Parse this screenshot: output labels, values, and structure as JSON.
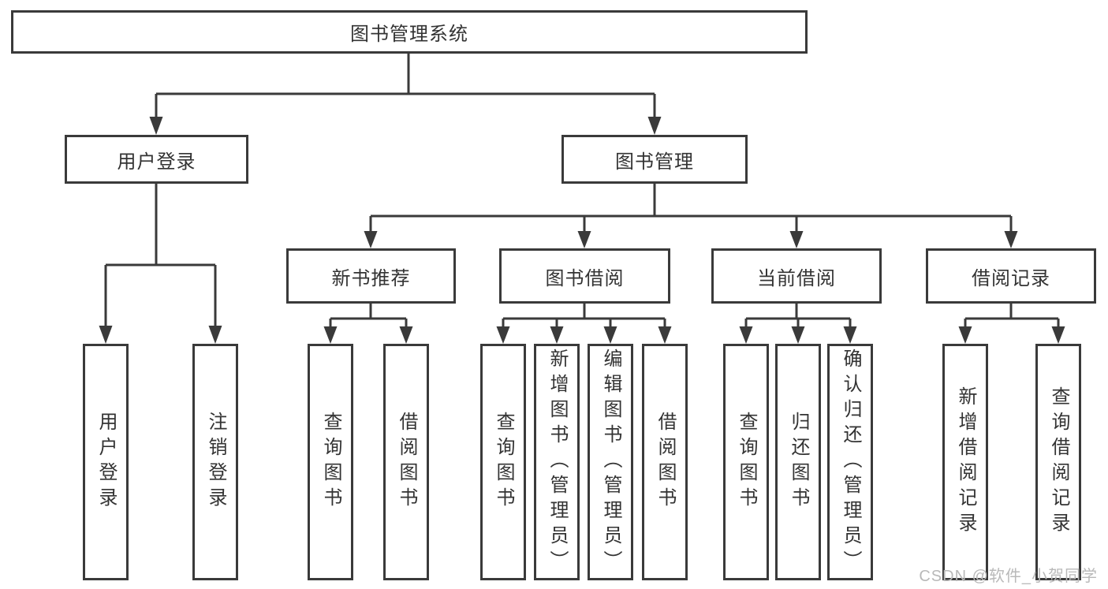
{
  "colors": {
    "line": "#3a3a3a",
    "text": "#333333",
    "box_bg": "#ffffff",
    "background": "#ffffff",
    "watermark": "#b9b9b9"
  },
  "tree": {
    "label": "图书管理系统",
    "children": [
      {
        "label": "用户登录",
        "children": [
          {
            "label": "用户登录"
          },
          {
            "label": "注销登录"
          }
        ]
      },
      {
        "label": "图书管理",
        "children": [
          {
            "label": "新书推荐",
            "children": [
              {
                "label": "查询图书"
              },
              {
                "label": "借阅图书"
              }
            ]
          },
          {
            "label": "图书借阅",
            "children": [
              {
                "label": "查询图书"
              },
              {
                "label": "新增图书（管理员）"
              },
              {
                "label": "编辑图书（管理员）"
              },
              {
                "label": "借阅图书"
              }
            ]
          },
          {
            "label": "当前借阅",
            "children": [
              {
                "label": "查询图书"
              },
              {
                "label": "归还图书"
              },
              {
                "label": "确认归还（管理员）"
              }
            ]
          },
          {
            "label": "借阅记录",
            "children": [
              {
                "label": "新增借阅记录"
              },
              {
                "label": "查询借阅记录"
              }
            ]
          }
        ]
      }
    ]
  },
  "watermark": {
    "text": "CSDN @软件_小贺同学"
  }
}
